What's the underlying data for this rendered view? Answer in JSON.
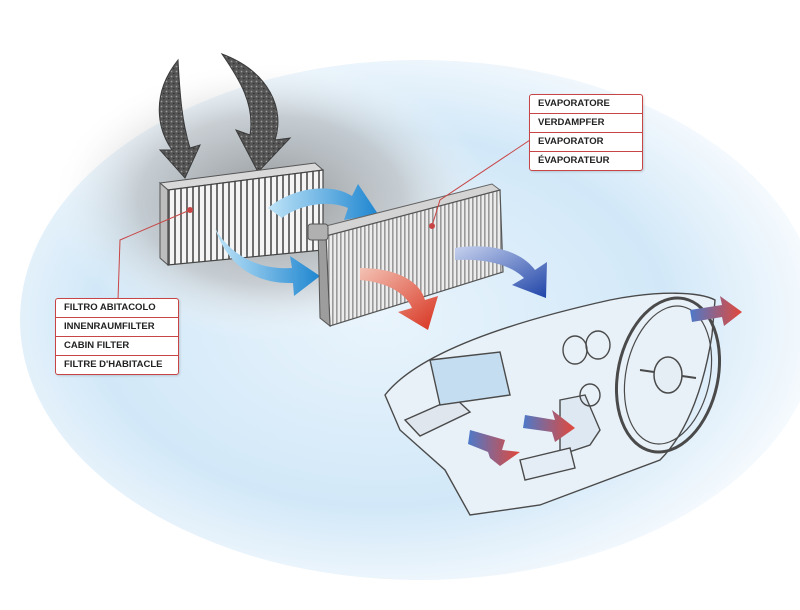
{
  "evaporator_labels": [
    "EVAPORATORE",
    "VERDAMPFER",
    "EVAPORATOR",
    "ÉVAPORATEUR"
  ],
  "cabin_filter_labels": [
    "FILTRO ABITACOLO",
    "INNENRAUMFILTER",
    "CABIN FILTER",
    "FILTRE D'HABITACLE"
  ],
  "colors": {
    "leader_line": "#c84545",
    "background_glow": "#cfe7f8",
    "intake_arrows": "#5f5f5f",
    "cool_arrow": "#2e9fe0",
    "warm_arrow": "#e0503a",
    "dark_blue_arrow": "#2f58b8"
  }
}
